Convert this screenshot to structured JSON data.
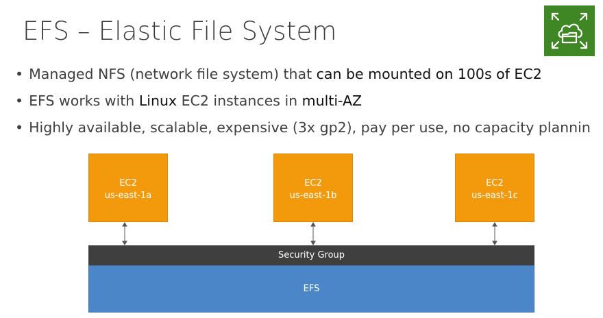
{
  "slide": {
    "title": "EFS – Elastic File System",
    "logo_icon": "efs-cloud-folder-icon",
    "logo_color": "#3f8624"
  },
  "bullets": [
    {
      "dot": "•",
      "parts": [
        "Managed NFS (network file system) that ",
        "can be mounted on 100s of EC2"
      ]
    },
    {
      "dot": "•",
      "parts": [
        "EFS works with ",
        "Linux",
        " EC2 instances in ",
        "multi-AZ"
      ]
    },
    {
      "dot": "•",
      "parts": [
        "Highly available, scalable, expensive (3x gp2), pay per use, no capacity plannin"
      ]
    }
  ],
  "diagram": {
    "instances": [
      {
        "name": "EC2",
        "zone": "us-east-1a"
      },
      {
        "name": "EC2",
        "zone": "us-east-1b"
      },
      {
        "name": "EC2",
        "zone": "us-east-1c"
      }
    ],
    "security_group_label": "Security Group",
    "efs_label": "EFS",
    "colors": {
      "ec2": "#f39a0c",
      "security_group": "#3f3f3f",
      "efs": "#4a86c8"
    }
  }
}
